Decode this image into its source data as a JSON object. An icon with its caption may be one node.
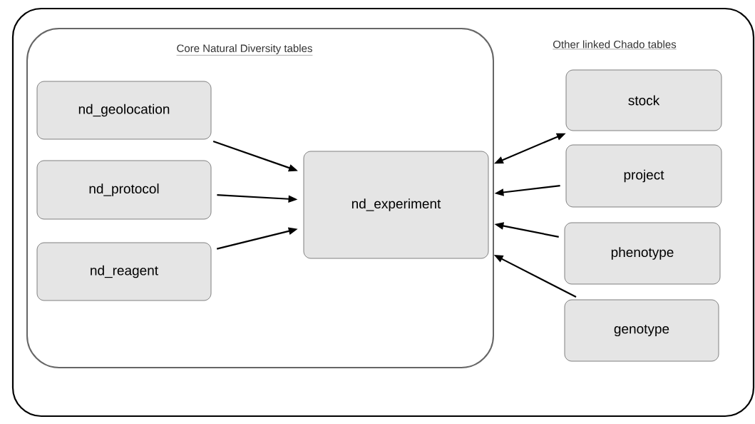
{
  "diagram": {
    "nodes": [
      {
        "text": [
          "Other linked Chado tables"
        ]
      },
      {
        "text": [
          "Core Natural Diversity tables"
        ],
        "in": 0
      },
      {
        "text": [
          "nd_geolocation"
        ],
        "in": 1
      },
      {
        "text": [
          "nd_protocol"
        ],
        "in": 1
      },
      {
        "text": [
          "nd_reagent"
        ],
        "in": 1
      },
      {
        "text": [
          "nd_experiment"
        ],
        "in": 1
      },
      {
        "text": [
          "stock"
        ],
        "in": 0
      },
      {
        "text": [
          "project"
        ],
        "in": 0
      },
      {
        "text": [
          "phenotype"
        ],
        "in": 0
      },
      {
        "text": [
          "genotype"
        ],
        "in": 0
      }
    ],
    "edges": [
      {
        "from": 2,
        "to": 5,
        "arrow": "to"
      },
      {
        "from": 3,
        "to": 5,
        "arrow": "to"
      },
      {
        "from": 4,
        "to": 5,
        "arrow": "to"
      },
      {
        "from": 5,
        "to": 6,
        "arrow": "both"
      },
      {
        "from": 7,
        "to": 5,
        "arrow": "to"
      },
      {
        "from": 8,
        "to": 5,
        "arrow": "to"
      },
      {
        "from": 9,
        "to": 5,
        "arrow": "to"
      }
    ]
  }
}
